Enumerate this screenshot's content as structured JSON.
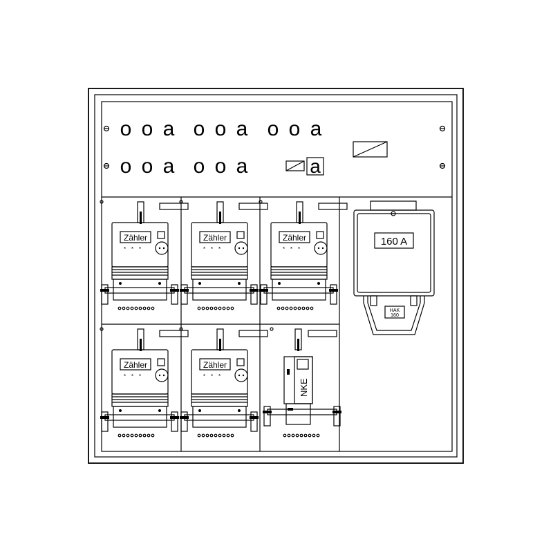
{
  "panel": {
    "fuse_symbol": "a",
    "row1_symbols": [
      "o",
      "o",
      "a",
      "o",
      "o",
      "a",
      "o",
      "o",
      "a"
    ],
    "row2_symbols": [
      "o",
      "o",
      "a",
      "o",
      "o",
      "a"
    ]
  },
  "meters": [
    {
      "label": "Zähler"
    },
    {
      "label": "Zähler"
    },
    {
      "label": "Zähler"
    },
    {
      "label": "Zähler"
    },
    {
      "label": "Zähler"
    }
  ],
  "nke": {
    "label": "NKE"
  },
  "hak": {
    "rating": "160 A",
    "tag_line1": "HAK",
    "tag_line2": "160"
  },
  "icons": {
    "screw": "screw-icon",
    "meter": "electricity-meter-icon",
    "fuse": "fuse-icon",
    "switch": "switch-icon"
  }
}
